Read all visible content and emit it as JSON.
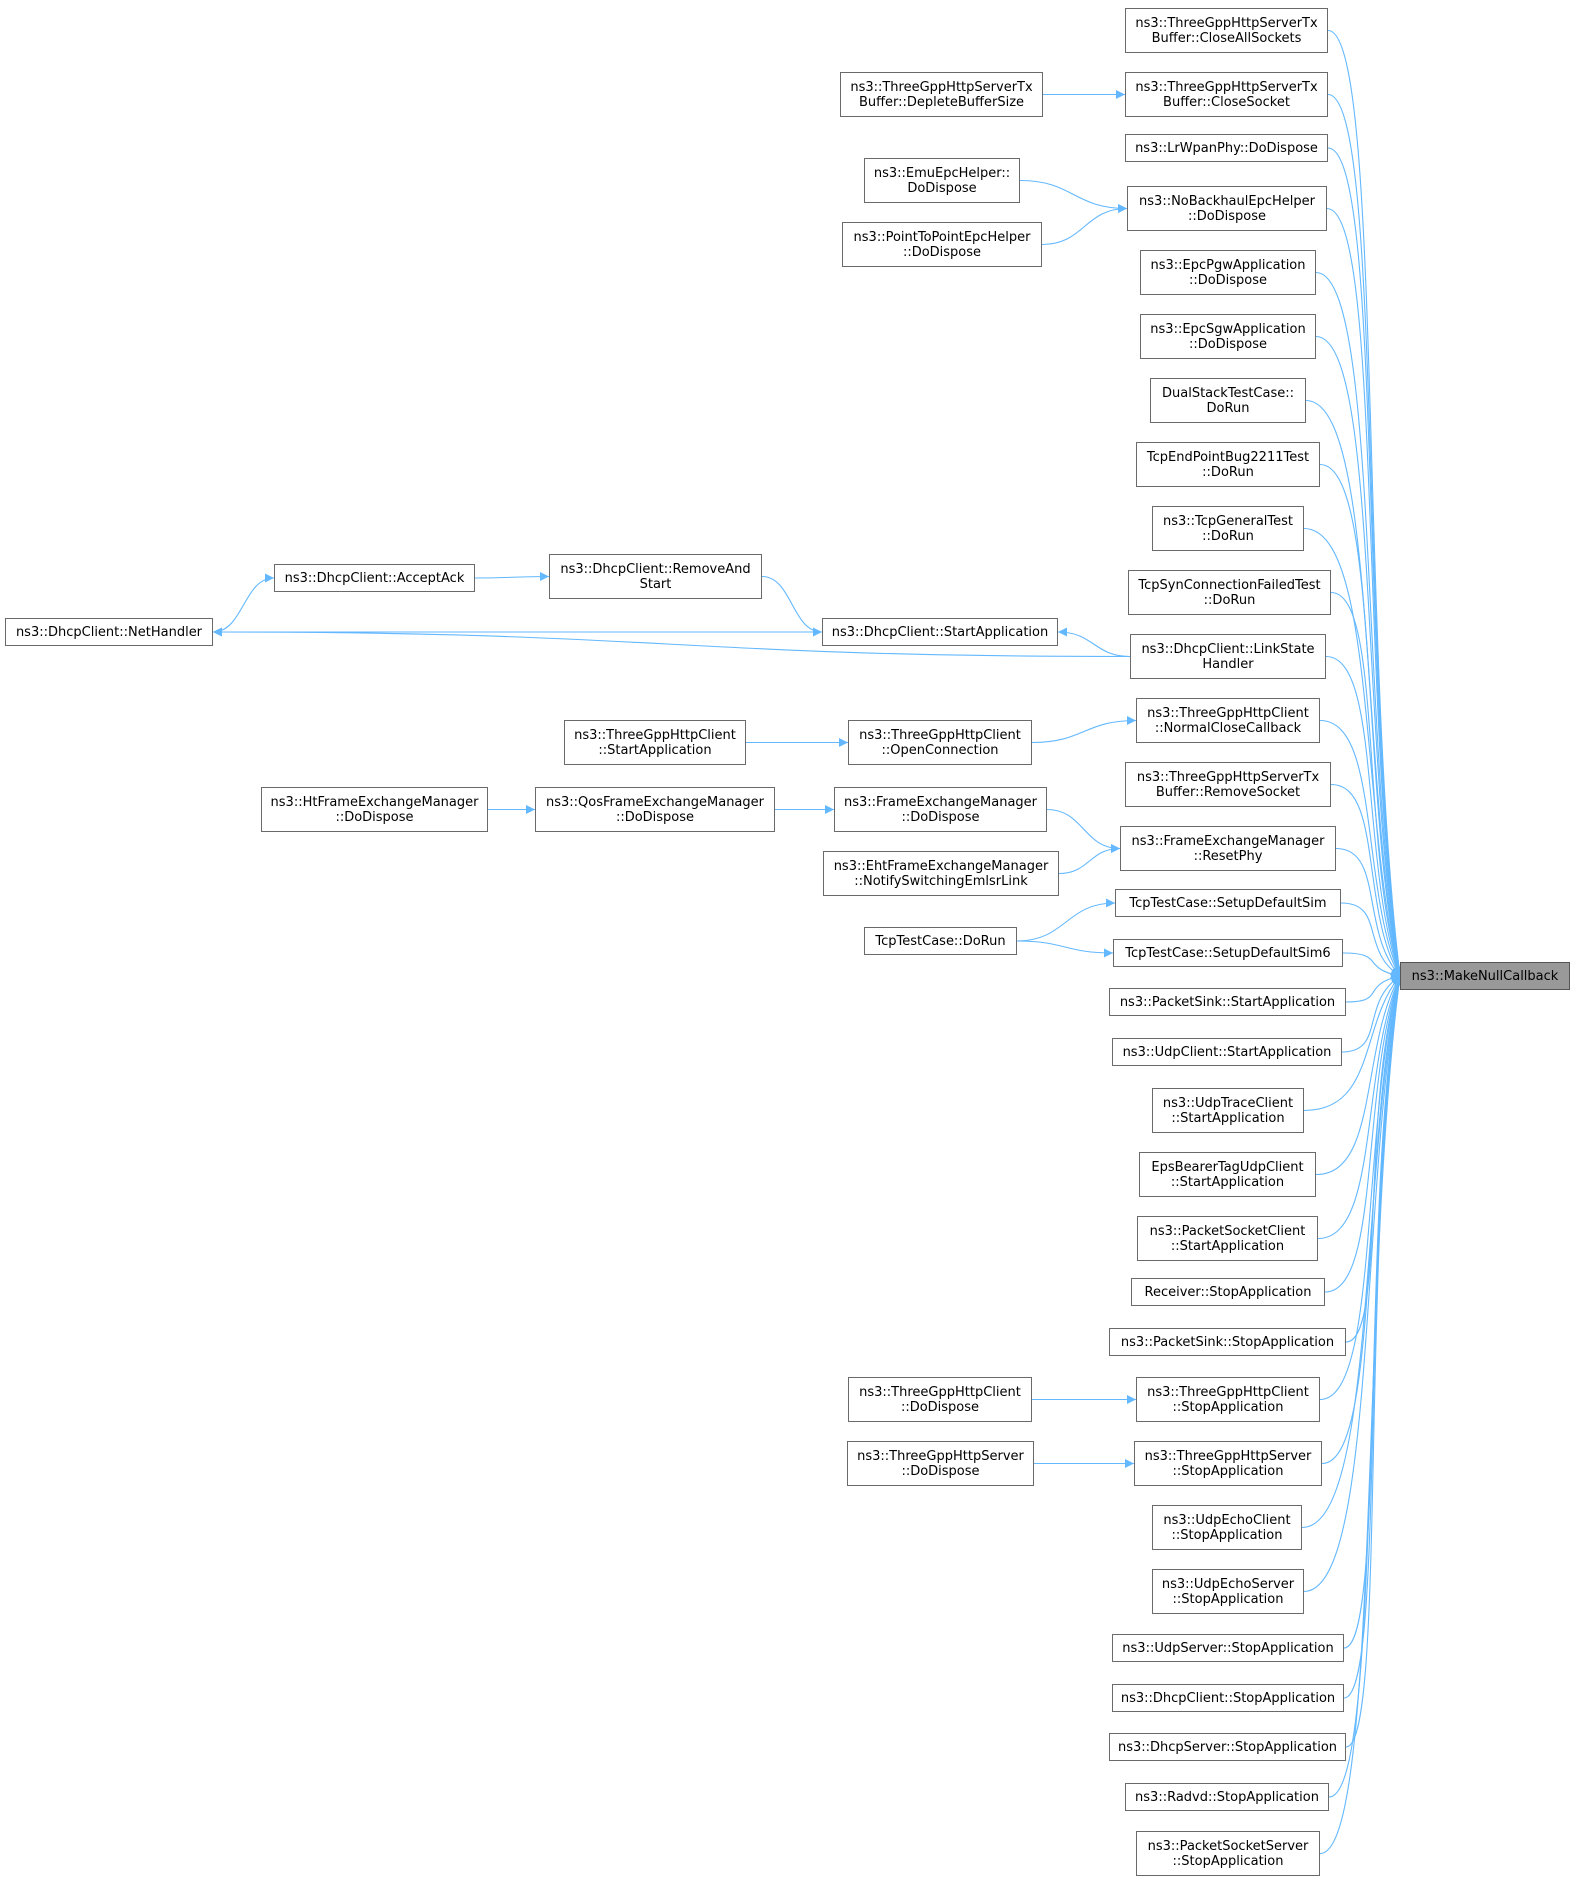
{
  "diagram": {
    "colors": {
      "edge": "#63b8ff",
      "node_border": "#6a6a6a",
      "node_fill": "#ffffff",
      "root_fill": "#999999"
    },
    "root": "root",
    "nodes": [
      {
        "id": "root",
        "lines": [
          "ns3::MakeNullCallback"
        ]
      },
      {
        "id": "closeAllSockets",
        "lines": [
          "ns3::ThreeGppHttpServerTx",
          "Buffer::CloseAllSockets"
        ]
      },
      {
        "id": "closeSocket",
        "lines": [
          "ns3::ThreeGppHttpServerTx",
          "Buffer::CloseSocket"
        ]
      },
      {
        "id": "depleteBufferSize",
        "lines": [
          "ns3::ThreeGppHttpServerTx",
          "Buffer::DepleteBufferSize"
        ]
      },
      {
        "id": "lrWpanPhyDoDispose",
        "lines": [
          "ns3::LrWpanPhy::DoDispose"
        ]
      },
      {
        "id": "noBackhaulDoDispose",
        "lines": [
          "ns3::NoBackhaulEpcHelper",
          "::DoDispose"
        ]
      },
      {
        "id": "emuEpcDoDispose",
        "lines": [
          "ns3::EmuEpcHelper::",
          "DoDispose"
        ]
      },
      {
        "id": "p2pEpcDoDispose",
        "lines": [
          "ns3::PointToPointEpcHelper",
          "::DoDispose"
        ]
      },
      {
        "id": "epcPgwDoDispose",
        "lines": [
          "ns3::EpcPgwApplication",
          "::DoDispose"
        ]
      },
      {
        "id": "epcSgwDoDispose",
        "lines": [
          "ns3::EpcSgwApplication",
          "::DoDispose"
        ]
      },
      {
        "id": "dualStackDoRun",
        "lines": [
          "DualStackTestCase::",
          "DoRun"
        ]
      },
      {
        "id": "tcpEndPointDoRun",
        "lines": [
          "TcpEndPointBug2211Test",
          "::DoRun"
        ]
      },
      {
        "id": "tcpGeneralDoRun",
        "lines": [
          "ns3::TcpGeneralTest",
          "::DoRun"
        ]
      },
      {
        "id": "tcpSynDoRun",
        "lines": [
          "TcpSynConnectionFailedTest",
          "::DoRun"
        ]
      },
      {
        "id": "dhcpAcceptAck",
        "lines": [
          "ns3::DhcpClient::AcceptAck"
        ]
      },
      {
        "id": "dhcpRemoveAndStart",
        "lines": [
          "ns3::DhcpClient::RemoveAnd",
          "Start"
        ]
      },
      {
        "id": "dhcpNetHandler",
        "lines": [
          "ns3::DhcpClient::NetHandler"
        ]
      },
      {
        "id": "dhcpStartApp",
        "lines": [
          "ns3::DhcpClient::StartApplication"
        ]
      },
      {
        "id": "dhcpLinkState",
        "lines": [
          "ns3::DhcpClient::LinkState",
          "Handler"
        ]
      },
      {
        "id": "httpClientStartApp",
        "lines": [
          "ns3::ThreeGppHttpClient",
          "::StartApplication"
        ]
      },
      {
        "id": "httpClientOpenConn",
        "lines": [
          "ns3::ThreeGppHttpClient",
          "::OpenConnection"
        ]
      },
      {
        "id": "httpClientNormalClose",
        "lines": [
          "ns3::ThreeGppHttpClient",
          "::NormalCloseCallback"
        ]
      },
      {
        "id": "removeSocket",
        "lines": [
          "ns3::ThreeGppHttpServerTx",
          "Buffer::RemoveSocket"
        ]
      },
      {
        "id": "htFemDoDispose",
        "lines": [
          "ns3::HtFrameExchangeManager",
          "::DoDispose"
        ]
      },
      {
        "id": "qosFemDoDispose",
        "lines": [
          "ns3::QosFrameExchangeManager",
          "::DoDispose"
        ]
      },
      {
        "id": "femDoDispose",
        "lines": [
          "ns3::FrameExchangeManager",
          "::DoDispose"
        ]
      },
      {
        "id": "femResetPhy",
        "lines": [
          "ns3::FrameExchangeManager",
          "::ResetPhy"
        ]
      },
      {
        "id": "ehtFemNotify",
        "lines": [
          "ns3::EhtFrameExchangeManager",
          "::NotifySwitchingEmlsrLink"
        ]
      },
      {
        "id": "tcpSetupSim",
        "lines": [
          "TcpTestCase::SetupDefaultSim"
        ]
      },
      {
        "id": "tcpTestDoRun",
        "lines": [
          "TcpTestCase::DoRun"
        ]
      },
      {
        "id": "tcpSetupSim6",
        "lines": [
          "TcpTestCase::SetupDefaultSim6"
        ]
      },
      {
        "id": "packetSinkStartApp",
        "lines": [
          "ns3::PacketSink::StartApplication"
        ]
      },
      {
        "id": "udpClientStartApp",
        "lines": [
          "ns3::UdpClient::StartApplication"
        ]
      },
      {
        "id": "udpTraceStartApp",
        "lines": [
          "ns3::UdpTraceClient",
          "::StartApplication"
        ]
      },
      {
        "id": "epsBearerStartApp",
        "lines": [
          "EpsBearerTagUdpClient",
          "::StartApplication"
        ]
      },
      {
        "id": "pktSocketClientStartApp",
        "lines": [
          "ns3::PacketSocketClient",
          "::StartApplication"
        ]
      },
      {
        "id": "receiverStopApp",
        "lines": [
          "Receiver::StopApplication"
        ]
      },
      {
        "id": "packetSinkStopApp",
        "lines": [
          "ns3::PacketSink::StopApplication"
        ]
      },
      {
        "id": "httpClientDoDispose",
        "lines": [
          "ns3::ThreeGppHttpClient",
          "::DoDispose"
        ]
      },
      {
        "id": "httpClientStopApp",
        "lines": [
          "ns3::ThreeGppHttpClient",
          "::StopApplication"
        ]
      },
      {
        "id": "httpServerDoDispose",
        "lines": [
          "ns3::ThreeGppHttpServer",
          "::DoDispose"
        ]
      },
      {
        "id": "httpServerStopApp",
        "lines": [
          "ns3::ThreeGppHttpServer",
          "::StopApplication"
        ]
      },
      {
        "id": "udpEchoClientStopApp",
        "lines": [
          "ns3::UdpEchoClient",
          "::StopApplication"
        ]
      },
      {
        "id": "udpEchoServerStopApp",
        "lines": [
          "ns3::UdpEchoServer",
          "::StopApplication"
        ]
      },
      {
        "id": "udpServerStopApp",
        "lines": [
          "ns3::UdpServer::StopApplication"
        ]
      },
      {
        "id": "dhcpClientStopApp",
        "lines": [
          "ns3::DhcpClient::StopApplication"
        ]
      },
      {
        "id": "dhcpServerStopApp",
        "lines": [
          "ns3::DhcpServer::StopApplication"
        ]
      },
      {
        "id": "radvdStopApp",
        "lines": [
          "ns3::Radvd::StopApplication"
        ]
      },
      {
        "id": "pktSocketServerStopApp",
        "lines": [
          "ns3::PacketSocketServer",
          "::StopApplication"
        ]
      }
    ],
    "edges": [
      {
        "from": "closeAllSockets",
        "to": "root"
      },
      {
        "from": "closeSocket",
        "to": "root"
      },
      {
        "from": "depleteBufferSize",
        "to": "closeSocket"
      },
      {
        "from": "lrWpanPhyDoDispose",
        "to": "root"
      },
      {
        "from": "noBackhaulDoDispose",
        "to": "root"
      },
      {
        "from": "emuEpcDoDispose",
        "to": "noBackhaulDoDispose"
      },
      {
        "from": "p2pEpcDoDispose",
        "to": "noBackhaulDoDispose"
      },
      {
        "from": "epcPgwDoDispose",
        "to": "root"
      },
      {
        "from": "epcSgwDoDispose",
        "to": "root"
      },
      {
        "from": "dualStackDoRun",
        "to": "root"
      },
      {
        "from": "tcpEndPointDoRun",
        "to": "root"
      },
      {
        "from": "tcpGeneralDoRun",
        "to": "root"
      },
      {
        "from": "tcpSynDoRun",
        "to": "root"
      },
      {
        "from": "dhcpLinkState",
        "to": "root"
      },
      {
        "from": "dhcpLinkState",
        "to": "dhcpStartApp"
      },
      {
        "from": "dhcpLinkState",
        "to": "dhcpNetHandler"
      },
      {
        "from": "dhcpStartApp",
        "to": "dhcpNetHandler"
      },
      {
        "from": "dhcpRemoveAndStart",
        "to": "dhcpStartApp"
      },
      {
        "from": "dhcpAcceptAck",
        "to": "dhcpRemoveAndStart"
      },
      {
        "from": "dhcpNetHandler",
        "to": "dhcpAcceptAck"
      },
      {
        "from": "httpClientNormalClose",
        "to": "root"
      },
      {
        "from": "httpClientOpenConn",
        "to": "httpClientNormalClose"
      },
      {
        "from": "httpClientStartApp",
        "to": "httpClientOpenConn"
      },
      {
        "from": "removeSocket",
        "to": "root"
      },
      {
        "from": "femResetPhy",
        "to": "root"
      },
      {
        "from": "femDoDispose",
        "to": "femResetPhy"
      },
      {
        "from": "ehtFemNotify",
        "to": "femResetPhy"
      },
      {
        "from": "qosFemDoDispose",
        "to": "femDoDispose"
      },
      {
        "from": "htFemDoDispose",
        "to": "qosFemDoDispose"
      },
      {
        "from": "tcpSetupSim",
        "to": "root"
      },
      {
        "from": "tcpSetupSim6",
        "to": "root"
      },
      {
        "from": "tcpTestDoRun",
        "to": "tcpSetupSim"
      },
      {
        "from": "tcpTestDoRun",
        "to": "tcpSetupSim6"
      },
      {
        "from": "packetSinkStartApp",
        "to": "root"
      },
      {
        "from": "udpClientStartApp",
        "to": "root"
      },
      {
        "from": "udpTraceStartApp",
        "to": "root"
      },
      {
        "from": "epsBearerStartApp",
        "to": "root"
      },
      {
        "from": "pktSocketClientStartApp",
        "to": "root"
      },
      {
        "from": "receiverStopApp",
        "to": "root"
      },
      {
        "from": "packetSinkStopApp",
        "to": "root"
      },
      {
        "from": "httpClientStopApp",
        "to": "root"
      },
      {
        "from": "httpClientDoDispose",
        "to": "httpClientStopApp"
      },
      {
        "from": "httpServerStopApp",
        "to": "root"
      },
      {
        "from": "httpServerDoDispose",
        "to": "httpServerStopApp"
      },
      {
        "from": "udpEchoClientStopApp",
        "to": "root"
      },
      {
        "from": "udpEchoServerStopApp",
        "to": "root"
      },
      {
        "from": "udpServerStopApp",
        "to": "root"
      },
      {
        "from": "dhcpClientStopApp",
        "to": "root"
      },
      {
        "from": "dhcpServerStopApp",
        "to": "root"
      },
      {
        "from": "radvdStopApp",
        "to": "root"
      },
      {
        "from": "pktSocketServerStopApp",
        "to": "root"
      }
    ]
  }
}
